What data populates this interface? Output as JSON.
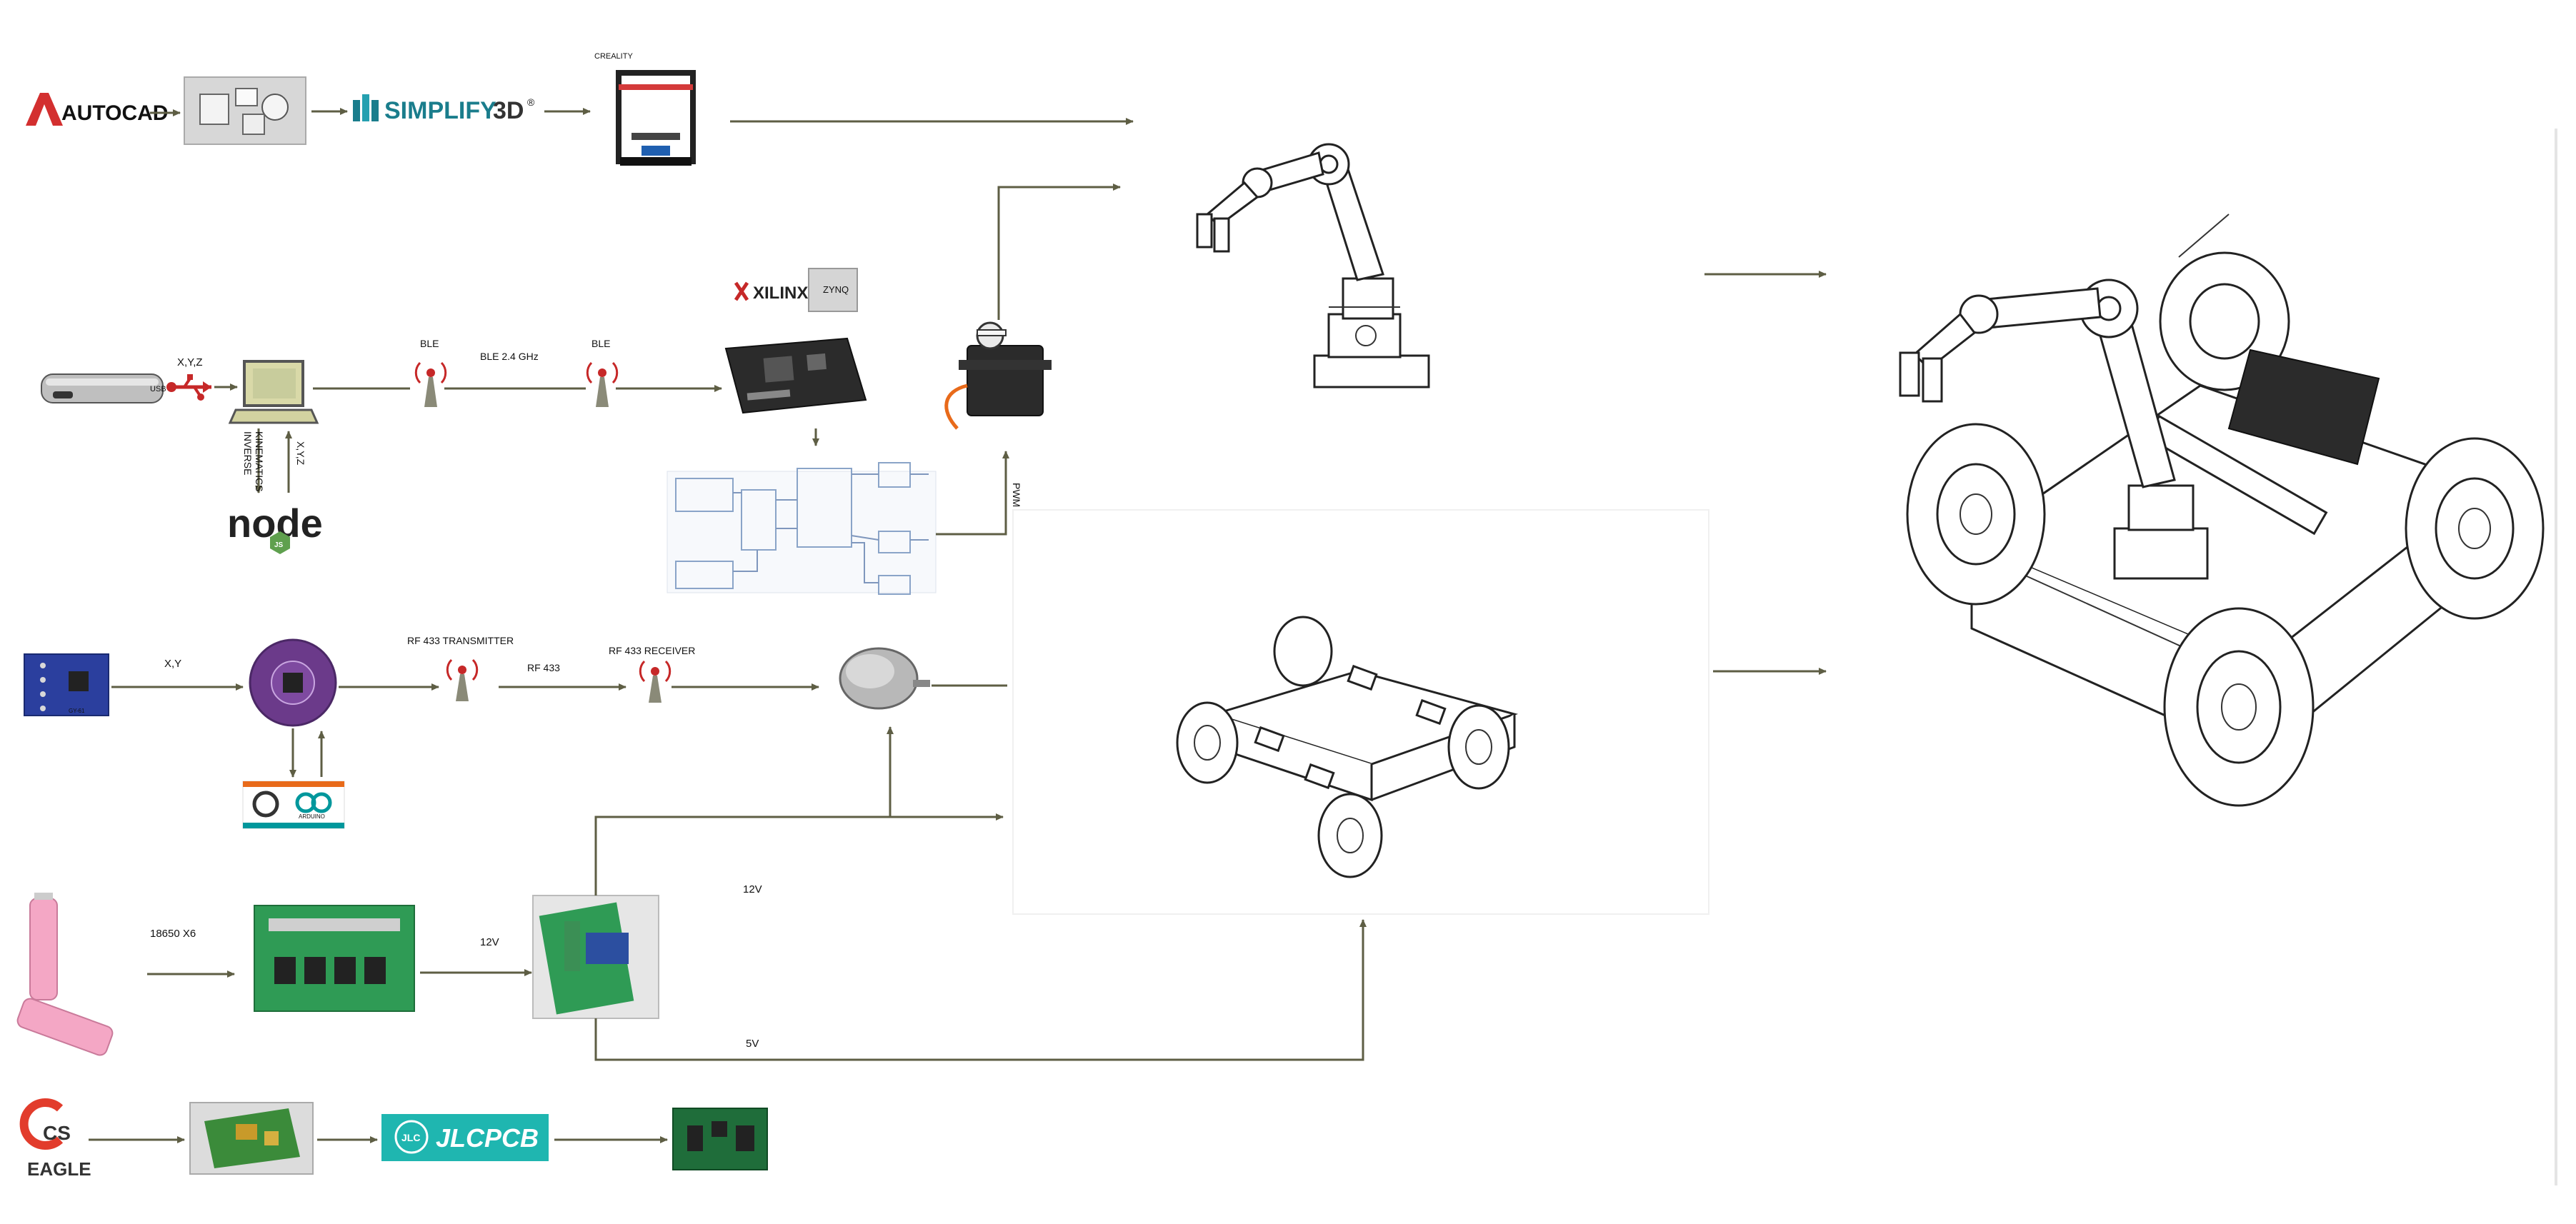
{
  "brands": {
    "autocad": "AUTOCAD",
    "simplify": "SIMPLIFY",
    "simplify_suffix": "3D",
    "simplify_mark": "®",
    "creality": "CREALITY",
    "xilinx": "XILINX.",
    "zynq": "ZYNQ",
    "node": "node",
    "node_js": "JS",
    "arduino": "ARDUINO",
    "jlcpcb": "JLCPCB",
    "jlc_badge": "JLC",
    "cs": "CS",
    "eagle": "EAGLE",
    "usb": "USB",
    "sensor_tag": "GY-61"
  },
  "labels": {
    "xyz_1": "X,Y,Z",
    "xyz_2": "X,Y,Z",
    "inverse": "INVERSE",
    "kinematics": "KINEMATICS",
    "ble_1": "BLE",
    "ble_24": "BLE 2.4 GHz",
    "ble_2": "BLE",
    "pwm": "PWM",
    "xy": "X,Y",
    "rf_tx": "RF 433 TRANSMITTER",
    "rf_433": "RF 433",
    "rf_rx": "RF 433 RECEIVER",
    "cells": "18650 X6",
    "v12_a": "12V",
    "v12_b": "12V",
    "v5": "5V"
  },
  "colors": {
    "arrow": "#5e5e44",
    "autocad_red": "#d32f2f",
    "simplify_teal": "#1a7d8c",
    "jlc_teal": "#1fb6b0",
    "pcb_green": "#2f9b55",
    "battery_pink": "#f4a7c5",
    "sensor_blue": "#2b3f9e",
    "lilypad_purple": "#6b3a8a",
    "eagle_red": "#e23c2c"
  }
}
